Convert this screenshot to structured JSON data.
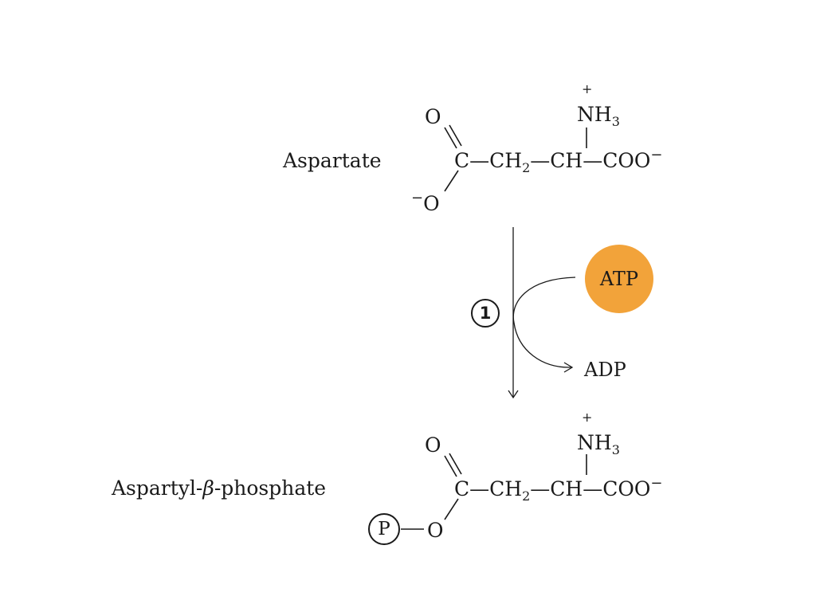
{
  "substrate": {
    "name": "Aspartate",
    "carbonyl_o": "O",
    "anion_charge": "−",
    "anion_o": "O",
    "carbon": "C",
    "bond": "—",
    "ch2": "CH",
    "ch2_sub": "2",
    "alpha_ch": "CH",
    "coo": "COO",
    "coo_charge": "−",
    "amino": "NH",
    "amino_sub": "3",
    "amino_charge": "+"
  },
  "reaction": {
    "step_number": "1",
    "cofactor_in": "ATP",
    "cofactor_out": "ADP",
    "atp_color": "#f2a33a"
  },
  "product": {
    "name": "Aspartyl-β-phosphate",
    "name_prefix": "Aspartyl-",
    "name_beta": "β",
    "name_suffix": "-phosphate",
    "carbonyl_o": "O",
    "ester_o": "O",
    "phosphate": "P",
    "carbon": "C",
    "bond": "—",
    "ch2": "CH",
    "ch2_sub": "2",
    "alpha_ch": "CH",
    "coo": "COO",
    "coo_charge": "−",
    "amino": "NH",
    "amino_sub": "3",
    "amino_charge": "+"
  }
}
